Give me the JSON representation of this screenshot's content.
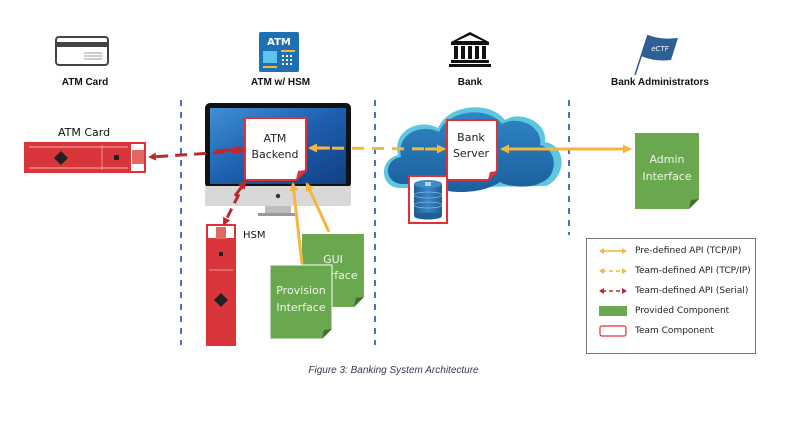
{
  "columns": [
    {
      "id": "atm-card",
      "title": "ATM Card",
      "icon": "credit-card-icon"
    },
    {
      "id": "atm-hsm",
      "title": "ATM w/ HSM",
      "icon": "atm-machine-icon",
      "icon_text": "ATM"
    },
    {
      "id": "bank",
      "title": "Bank",
      "icon": "bank-building-icon"
    },
    {
      "id": "bank-admins",
      "title": "Bank Administrators",
      "icon": "ectf-flag-icon",
      "icon_text": "eCTF"
    }
  ],
  "components": {
    "atm_card_board": {
      "label": "ATM Card",
      "type": "team"
    },
    "atm_backend": {
      "line1": "ATM",
      "line2": "Backend",
      "type": "team"
    },
    "hsm_board": {
      "label": "HSM",
      "type": "team"
    },
    "gui_interface": {
      "line1": "GUI",
      "line2": "Interface",
      "type": "provided"
    },
    "provision_interface": {
      "line1": "Provision",
      "line2": "Interface",
      "type": "provided"
    },
    "bank_server": {
      "line1": "Bank",
      "line2": "Server",
      "type": "team"
    },
    "bank_database": {
      "icon": "database-icon",
      "type": "team"
    },
    "admin_interface": {
      "line1": "Admin",
      "line2": "Interface",
      "type": "provided"
    }
  },
  "connections": [
    {
      "from": "atm_backend",
      "to": "atm_card_board",
      "kind": "team-serial"
    },
    {
      "from": "atm_backend",
      "to": "hsm_board",
      "kind": "team-serial"
    },
    {
      "from": "atm_backend",
      "to": "bank_server",
      "kind": "team-tcp"
    },
    {
      "from": "gui_interface",
      "to": "atm_backend",
      "kind": "predefined-tcp"
    },
    {
      "from": "provision_interface",
      "to": "atm_backend",
      "kind": "predefined-tcp"
    },
    {
      "from": "bank_server",
      "to": "admin_interface",
      "kind": "predefined-tcp"
    }
  ],
  "legend": [
    {
      "kind": "predefined-tcp",
      "label": "Pre-defined API (TCP/IP)"
    },
    {
      "kind": "team-tcp",
      "label": "Team-defined API (TCP/IP)"
    },
    {
      "kind": "team-serial",
      "label": "Team-defined API (Serial)"
    },
    {
      "kind": "provided",
      "label": "Provided Component"
    },
    {
      "kind": "team",
      "label": "Team Component"
    }
  ],
  "colors": {
    "team_red": "#e03236",
    "serial_red": "#c0272d",
    "tcp_yellow": "#f4b63f",
    "provided_green": "#6aa84f",
    "divider_blue": "#4a72c0",
    "cloud_blue": "#2a7ab5",
    "atm_blue": "#1f6fb5"
  },
  "caption": "Figure 3: Banking System Architecture"
}
